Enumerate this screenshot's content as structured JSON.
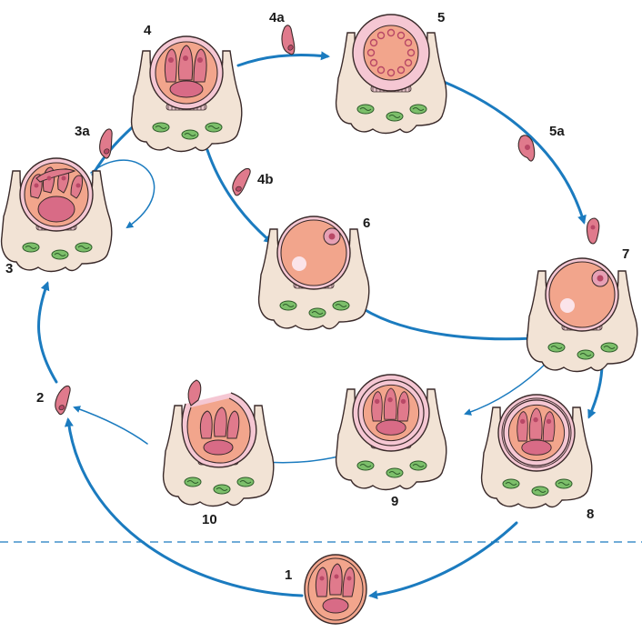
{
  "stages": [
    {
      "id": "1",
      "label": "1"
    },
    {
      "id": "2",
      "label": "2"
    },
    {
      "id": "3",
      "label": "3"
    },
    {
      "id": "3a",
      "label": "3a"
    },
    {
      "id": "4",
      "label": "4"
    },
    {
      "id": "4a",
      "label": "4a"
    },
    {
      "id": "4b",
      "label": "4b"
    },
    {
      "id": "5",
      "label": "5"
    },
    {
      "id": "5a",
      "label": "5a"
    },
    {
      "id": "6",
      "label": "6"
    },
    {
      "id": "7",
      "label": "7"
    },
    {
      "id": "8",
      "label": "8"
    },
    {
      "id": "9",
      "label": "9"
    },
    {
      "id": "10",
      "label": "10"
    }
  ],
  "colors": {
    "host_cell": "#f2e3d5",
    "host_outline": "#3a2a2a",
    "parasite": "#e07a8c",
    "schizont": "#f2a58c",
    "nucleus": "#d86b86",
    "vacuole": "#f5c7d3",
    "arrow": "#1b7bbf",
    "mito": "#7cbf6a",
    "dashed_line": "#1b7bbf"
  }
}
